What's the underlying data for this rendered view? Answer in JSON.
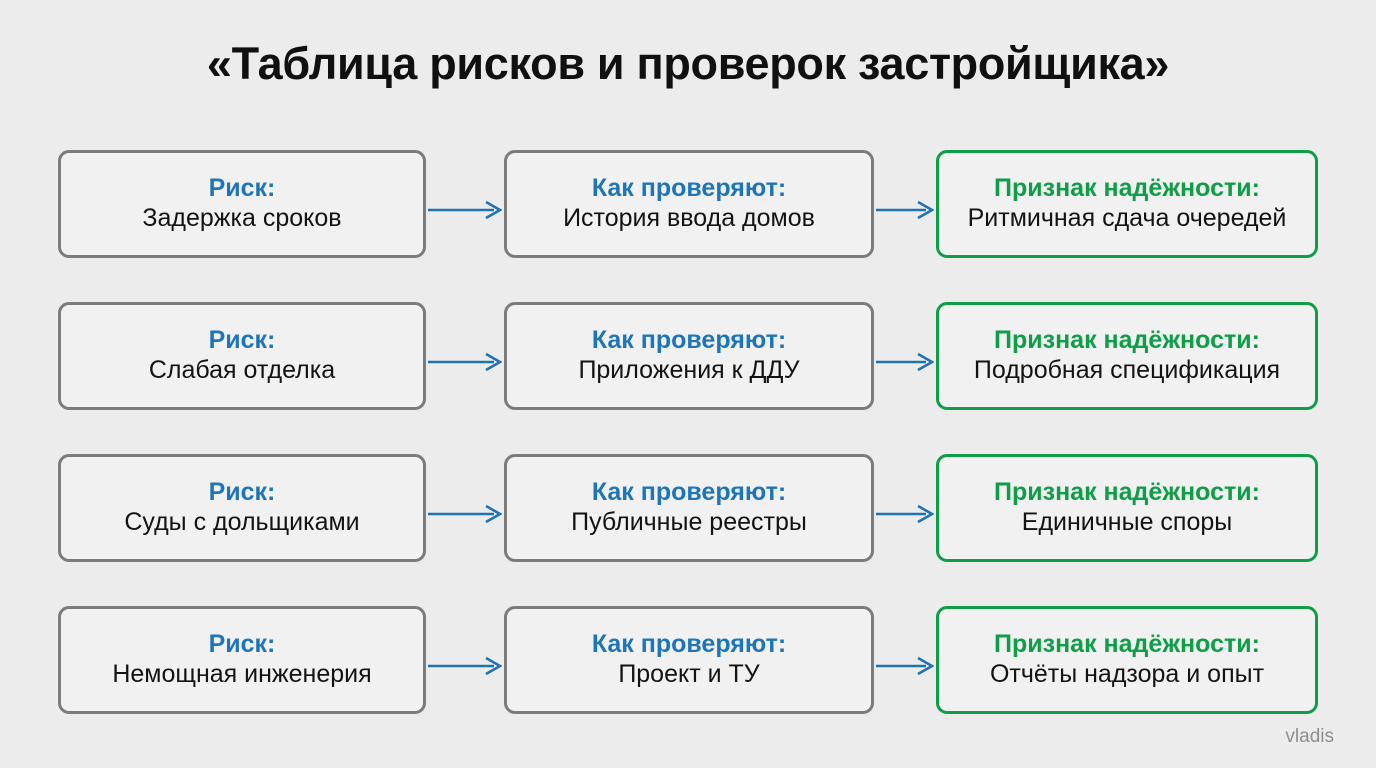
{
  "title": "«Таблица рисков и проверок застройщика»",
  "colors": {
    "background": "#ececec",
    "box_fill": "#f1f1f1",
    "gray_border": "#7c7c7c",
    "green_border": "#0f9d48",
    "blue_heading": "#1f75bc",
    "green_heading": "#0f9d48",
    "arrow": "#2172b0",
    "body_text": "#131313",
    "watermark": "#8e8e8e"
  },
  "labels": {
    "risk_heading": "Риск:",
    "check_heading": "Как проверяют:",
    "sign_heading": "Признак надёжности:"
  },
  "rows": [
    {
      "risk_heading": "Риск:",
      "risk_text": "Задержка сроков",
      "check_heading": "Как проверяют:",
      "check_text": "История ввода домов",
      "sign_heading": "Признак надёжности:",
      "sign_text": "Ритмичная сдача очередей"
    },
    {
      "risk_heading": "Риск:",
      "risk_text": "Слабая отделка",
      "check_heading": "Как проверяют:",
      "check_text": "Приложения к ДДУ",
      "sign_heading": "Признак надёжности:",
      "sign_text": "Подробная спецификация"
    },
    {
      "risk_heading": "Риск:",
      "risk_text": "Суды с дольщиками",
      "check_heading": "Как проверяют:",
      "check_text": "Публичные реестры",
      "sign_heading": "Признак надёжности:",
      "sign_text": "Единичные споры"
    },
    {
      "risk_heading": "Риск:",
      "risk_text": "Немощная инженерия",
      "check_heading": "Как проверяют:",
      "check_text": "Проект и ТУ",
      "sign_heading": "Признак надёжности:",
      "sign_text": "Отчёты надзора и опыт"
    }
  ],
  "watermark": "vladis"
}
